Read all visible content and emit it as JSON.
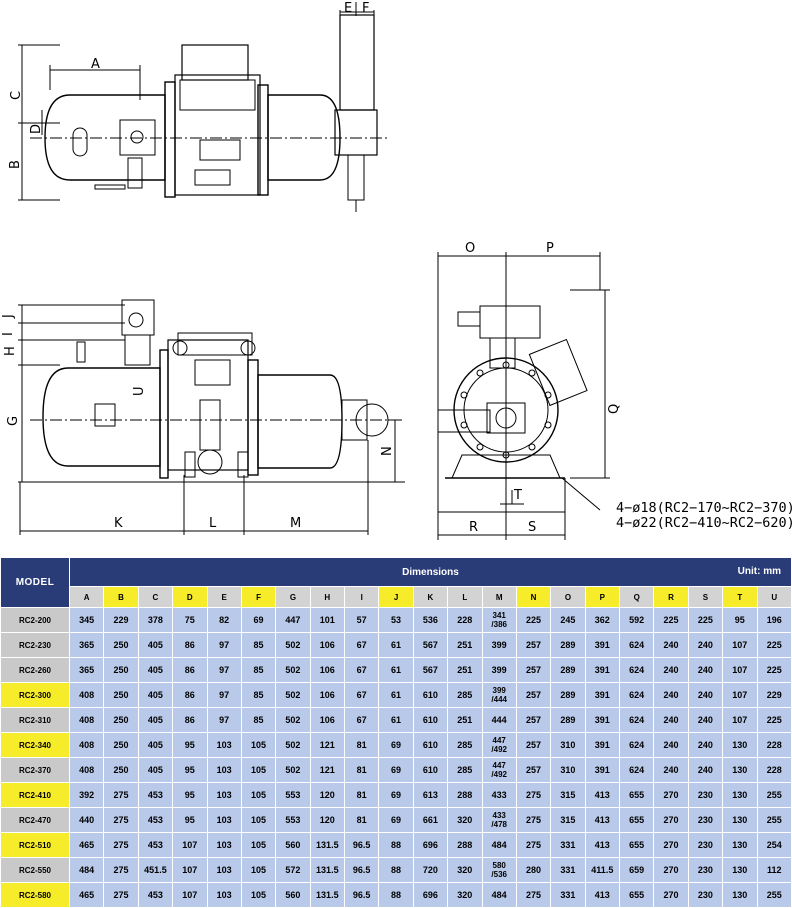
{
  "drawing_labels": {
    "top_view": [
      "E",
      "F",
      "A",
      "C",
      "D",
      "B"
    ],
    "side_view": [
      "J",
      "I",
      "H",
      "G",
      "U",
      "N",
      "K",
      "L",
      "M"
    ],
    "end_view": [
      "O",
      "P",
      "Q",
      "T",
      "R",
      "S"
    ]
  },
  "mounting_note": [
    "4−ø18(RC2−170~RC2−370)",
    "4−ø22(RC2−410~RC2−620)"
  ],
  "table": {
    "model_header": "MODEL",
    "dimensions_header": "Dimensions",
    "unit": "Unit: mm",
    "columns": [
      "A",
      "B",
      "C",
      "D",
      "E",
      "F",
      "G",
      "H",
      "I",
      "J",
      "K",
      "L",
      "M",
      "N",
      "O",
      "P",
      "Q",
      "R",
      "S",
      "T",
      "U"
    ],
    "highlight_columns": [
      "B",
      "D",
      "F",
      "J",
      "N",
      "P",
      "R",
      "T"
    ],
    "rows": [
      {
        "model": "RC2-200",
        "hl": false,
        "values": [
          "345",
          "229",
          "378",
          "75",
          "82",
          "69",
          "447",
          "101",
          "57",
          "53",
          "536",
          "228",
          "341\n/386",
          "225",
          "245",
          "362",
          "592",
          "225",
          "225",
          "95",
          "196"
        ]
      },
      {
        "model": "RC2-230",
        "hl": false,
        "values": [
          "365",
          "250",
          "405",
          "86",
          "97",
          "85",
          "502",
          "106",
          "67",
          "61",
          "567",
          "251",
          "399",
          "257",
          "289",
          "391",
          "624",
          "240",
          "240",
          "107",
          "225"
        ]
      },
      {
        "model": "RC2-260",
        "hl": false,
        "values": [
          "365",
          "250",
          "405",
          "86",
          "97",
          "85",
          "502",
          "106",
          "67",
          "61",
          "567",
          "251",
          "399",
          "257",
          "289",
          "391",
          "624",
          "240",
          "240",
          "107",
          "225"
        ]
      },
      {
        "model": "RC2-300",
        "hl": true,
        "values": [
          "408",
          "250",
          "405",
          "86",
          "97",
          "85",
          "502",
          "106",
          "67",
          "61",
          "610",
          "285",
          "399\n/444",
          "257",
          "289",
          "391",
          "624",
          "240",
          "240",
          "107",
          "229"
        ]
      },
      {
        "model": "RC2-310",
        "hl": false,
        "values": [
          "408",
          "250",
          "405",
          "86",
          "97",
          "85",
          "502",
          "106",
          "67",
          "61",
          "610",
          "251",
          "444",
          "257",
          "289",
          "391",
          "624",
          "240",
          "240",
          "107",
          "225"
        ]
      },
      {
        "model": "RC2-340",
        "hl": true,
        "values": [
          "408",
          "250",
          "405",
          "95",
          "103",
          "105",
          "502",
          "121",
          "81",
          "69",
          "610",
          "285",
          "447\n/492",
          "257",
          "310",
          "391",
          "624",
          "240",
          "240",
          "130",
          "228"
        ]
      },
      {
        "model": "RC2-370",
        "hl": false,
        "values": [
          "408",
          "250",
          "405",
          "95",
          "103",
          "105",
          "502",
          "121",
          "81",
          "69",
          "610",
          "285",
          "447\n/492",
          "257",
          "310",
          "391",
          "624",
          "240",
          "240",
          "130",
          "228"
        ]
      },
      {
        "model": "RC2-410",
        "hl": true,
        "values": [
          "392",
          "275",
          "453",
          "95",
          "103",
          "105",
          "553",
          "120",
          "81",
          "69",
          "613",
          "288",
          "433",
          "275",
          "315",
          "413",
          "655",
          "270",
          "230",
          "130",
          "255"
        ]
      },
      {
        "model": "RC2-470",
        "hl": false,
        "values": [
          "440",
          "275",
          "453",
          "95",
          "103",
          "105",
          "553",
          "120",
          "81",
          "69",
          "661",
          "320",
          "433\n/478",
          "275",
          "315",
          "413",
          "655",
          "270",
          "230",
          "130",
          "255"
        ]
      },
      {
        "model": "RC2-510",
        "hl": true,
        "values": [
          "465",
          "275",
          "453",
          "107",
          "103",
          "105",
          "560",
          "131.5",
          "96.5",
          "88",
          "696",
          "288",
          "484",
          "275",
          "331",
          "413",
          "655",
          "270",
          "230",
          "130",
          "254"
        ]
      },
      {
        "model": "RC2-550",
        "hl": false,
        "values": [
          "484",
          "275",
          "451.5",
          "107",
          "103",
          "105",
          "572",
          "131.5",
          "96.5",
          "88",
          "720",
          "320",
          "580\n/536",
          "280",
          "331",
          "411.5",
          "659",
          "270",
          "230",
          "130",
          "112"
        ]
      },
      {
        "model": "RC2-580",
        "hl": true,
        "values": [
          "465",
          "275",
          "453",
          "107",
          "103",
          "105",
          "560",
          "131.5",
          "96.5",
          "88",
          "696",
          "320",
          "484",
          "275",
          "331",
          "413",
          "655",
          "270",
          "230",
          "130",
          "255"
        ]
      }
    ]
  }
}
